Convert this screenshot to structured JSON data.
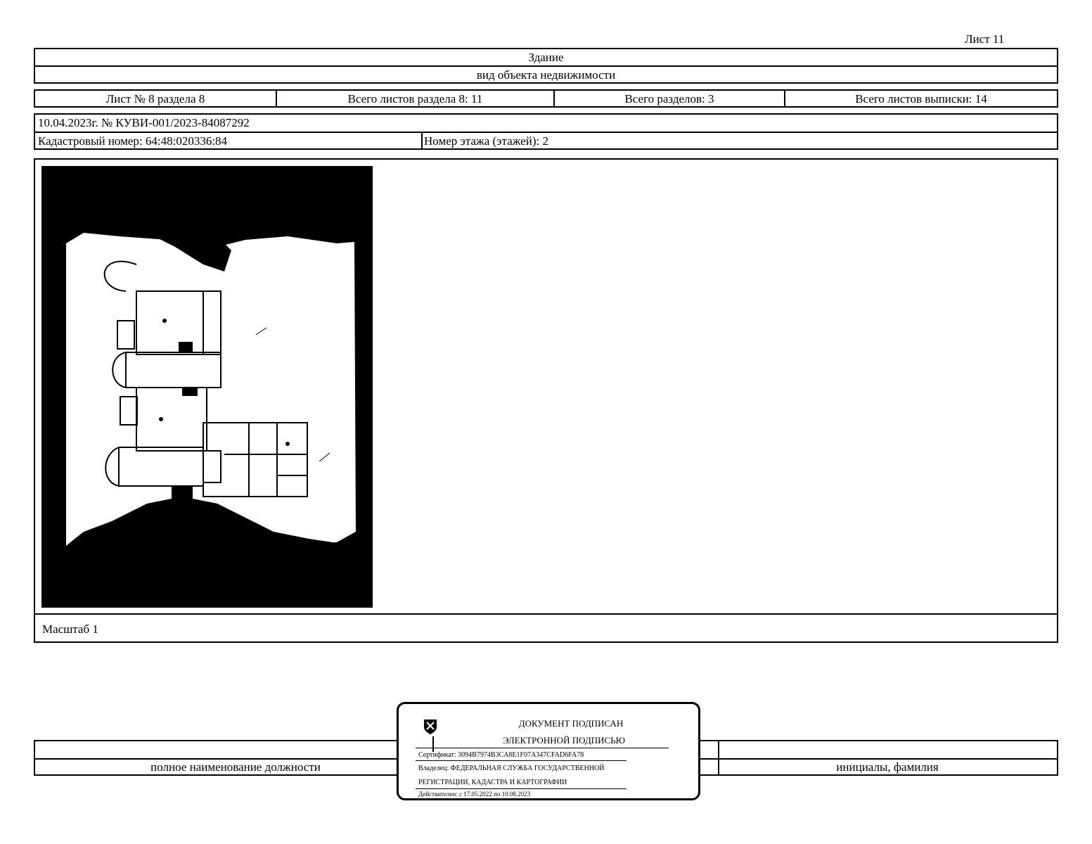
{
  "page": {
    "sheet_label": "Лист 11"
  },
  "header": {
    "object_type": "Здание",
    "object_type_caption": "вид объекта недвижимости"
  },
  "sheet_info": {
    "sheet_of_section": "Лист № 8 раздела 8",
    "total_sheets_section": "Всего листов раздела 8: 11",
    "total_sections": "Всего разделов: 3",
    "total_sheets_extract": "Всего листов выписки: 14"
  },
  "extract": {
    "date_number": "10.04.2023г. № КУВИ-001/2023-84087292",
    "cadastral_number": "Кадастровый номер: 64:48:020336:84",
    "floor_number": "Номер этажа (этажей): 2"
  },
  "plan": {
    "scale": "Масштаб 1"
  },
  "signature_block": {
    "position_caption": "полное наименование должности",
    "initials_caption": "инициалы, фамилия"
  },
  "stamp": {
    "line1": "ДОКУМЕНТ ПОДПИСАН",
    "line2": "ЭЛЕКТРОННОЙ ПОДПИСЬЮ",
    "certificate": "Сертификат: 3094B7974B3CA8E1F07A347CFAD6FA78",
    "owner_line1": "Владелец: ФЕДЕРАЛЬНАЯ СЛУЖБА ГОСУДАРСТВЕННОЙ",
    "owner_line2": "РЕГИСТРАЦИИ, КАДАСТРА И КАРТОГРАФИИ",
    "valid": "Действителен: с 17.05.2022 по 10.08.2023"
  }
}
